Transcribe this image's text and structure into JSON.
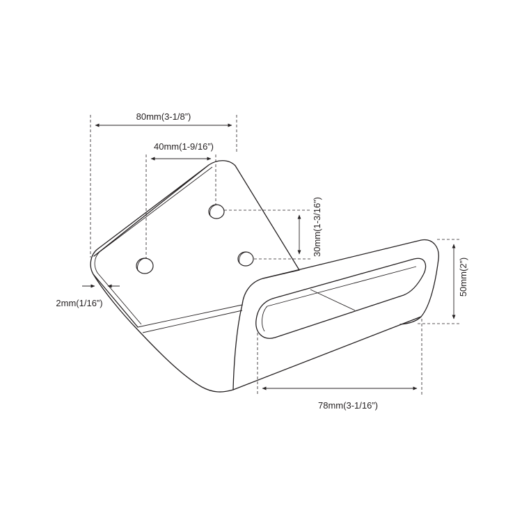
{
  "dimensions": {
    "overall_width": "80mm(3-1/8”)",
    "hole_spacing": "40mm(1-9/16”)",
    "hole_vertical": "30mm(1-3/16”)",
    "thickness": "2mm(1/16”)",
    "slot_height": "50mm(2”)",
    "slot_length": "78mm(3-1/16”)"
  },
  "colors": {
    "line": "#231f20",
    "background": "#ffffff"
  }
}
